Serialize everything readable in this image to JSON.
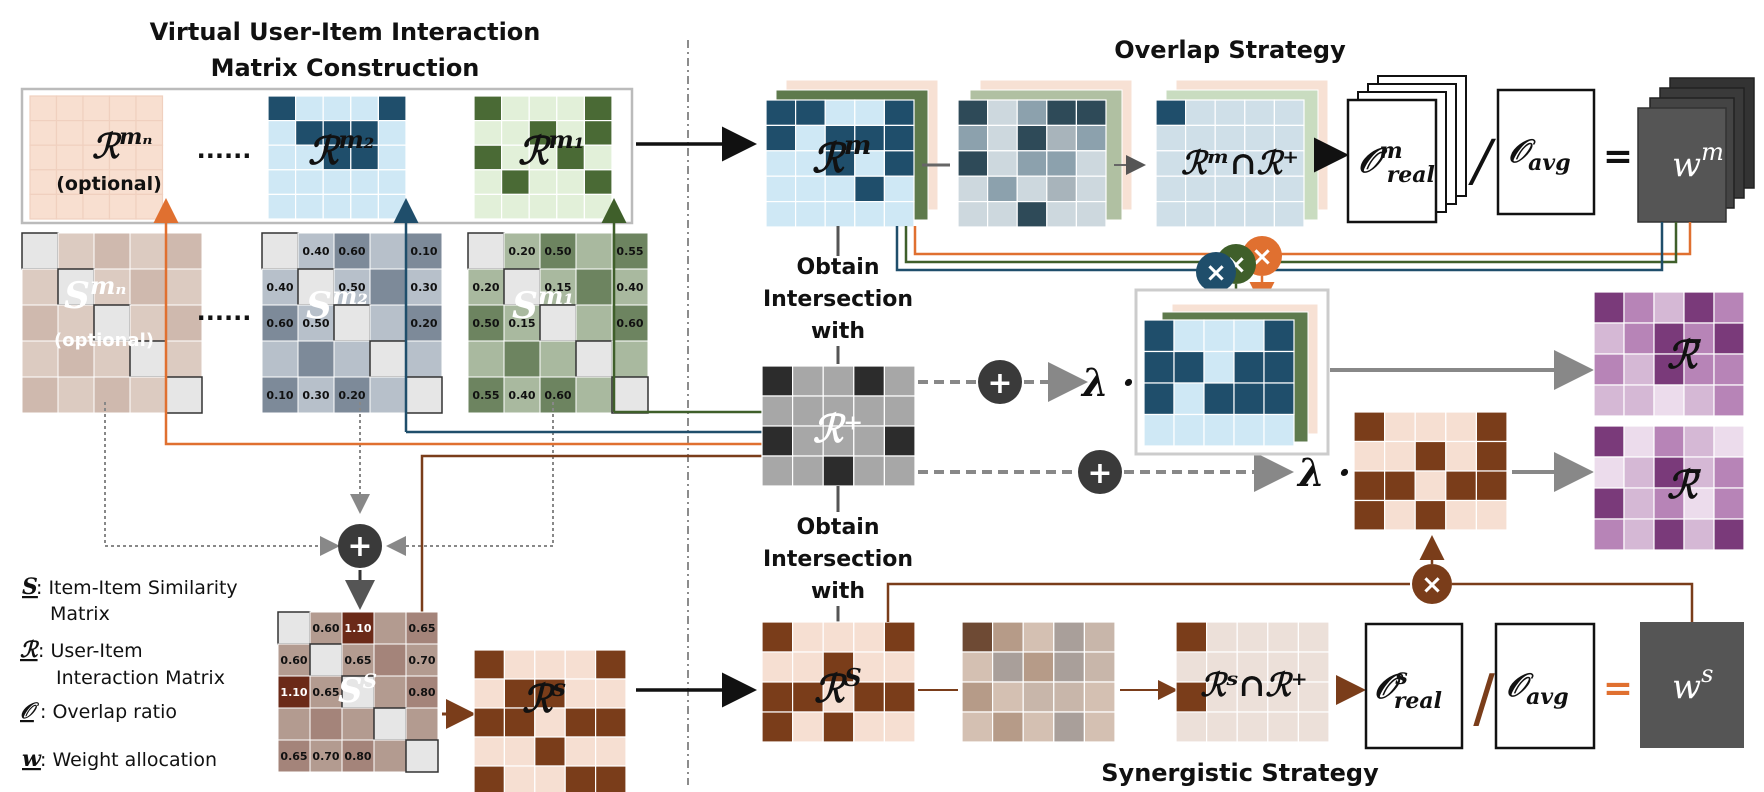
{
  "titles": {
    "left_line1": "Virtual User-Item Interaction",
    "left_line2": "Matrix Construction",
    "overlap": "Overlap Strategy",
    "synergistic": "Synergistic Strategy"
  },
  "matrices": {
    "r_mn": "ℛ",
    "r_mn_sup": "mₙ",
    "r_mn_optional": "(optional)",
    "r_m2": "ℛ",
    "r_m2_sup": "m₂",
    "r_m1": "ℛ",
    "r_m1_sup": "m₁",
    "dots": "......",
    "s_mn": "S",
    "s_mn_sup": "mₙ",
    "s_mn_optional": "(optional)",
    "s_m2": "S",
    "s_m2_sup": "m₂",
    "s_m1": "S",
    "s_m1_sup": "m₁",
    "s_s": "S",
    "s_s_sup": "S",
    "r_s": "ℛ",
    "r_s_sup": "s",
    "r_plus": "ℛ⁺",
    "r_m": "ℛ",
    "r_m_sup": "m",
    "r_m_cap": "ℛᵐ∩ℛ⁺",
    "r_s_right": "ℛ",
    "r_s_right_sup": "S",
    "r_s_cap": "ℛˢ∩ℛ⁺",
    "r_bar": "ℛ̄"
  },
  "sim_values": {
    "s_m2": [
      "0.40",
      "0.60",
      "0.10",
      "0.40",
      "0.50",
      "0.30",
      "0.60",
      "0.50",
      "0.20",
      "0.10",
      "0.30",
      "0.20"
    ],
    "s_m1": [
      "0.20",
      "0.50",
      "0.55",
      "0.20",
      "0.15",
      "0.40",
      "0.50",
      "0.15",
      "0.60",
      "0.55",
      "0.40",
      "0.60"
    ],
    "s_s": [
      "0.60",
      "1.10",
      "0.65",
      "0.60",
      "0.65",
      "0.70",
      "1.10",
      "0.65",
      "0.80",
      "0.65",
      "0.70",
      "0.80"
    ]
  },
  "ratios": {
    "o_real_m": "𝒪",
    "o_real_m_sub": "real",
    "o_real_m_sup": "m",
    "o_avg": "𝒪",
    "o_avg_sub": "avg",
    "w_m": "w",
    "w_m_sup": "m",
    "o_real_s": "𝒪",
    "o_real_s_sub": "real",
    "o_real_s_sup": "s",
    "w_s": "w",
    "w_s_sup": "s",
    "slash": "/",
    "equals": "="
  },
  "labels": {
    "obtain1": "Obtain",
    "intersection1": "Intersection",
    "with1": "with",
    "obtain2": "Obtain",
    "intersection2": "Intersection",
    "with2": "with",
    "lambda": "λ ·"
  },
  "legend": [
    {
      "key": "S",
      "text": ": Item-Item Similarity",
      "text2": "Matrix"
    },
    {
      "key": "ℛ",
      "text": ": User-Item",
      "text2": "Interaction Matrix"
    },
    {
      "key": "𝒪",
      "text": ": Overlap ratio",
      "text2": ""
    },
    {
      "key": "w",
      "text": ": Weight allocation",
      "text2": ""
    }
  ],
  "colors": {
    "peach": "#f8dfd0",
    "blue_dark": "#1f4e6b",
    "blue_light": "#cfe8f5",
    "green_dark": "#4a6a35",
    "green_light": "#e2f0d9",
    "brown_dark": "#7a3d1a",
    "brown_light": "#f6dfd2",
    "gray_dark": "#2c2c2c",
    "gray_mid": "#a7a7a7",
    "purple_dark": "#7a3a7a",
    "purple_light": "#e8d4e8",
    "orange": "#e07030"
  }
}
